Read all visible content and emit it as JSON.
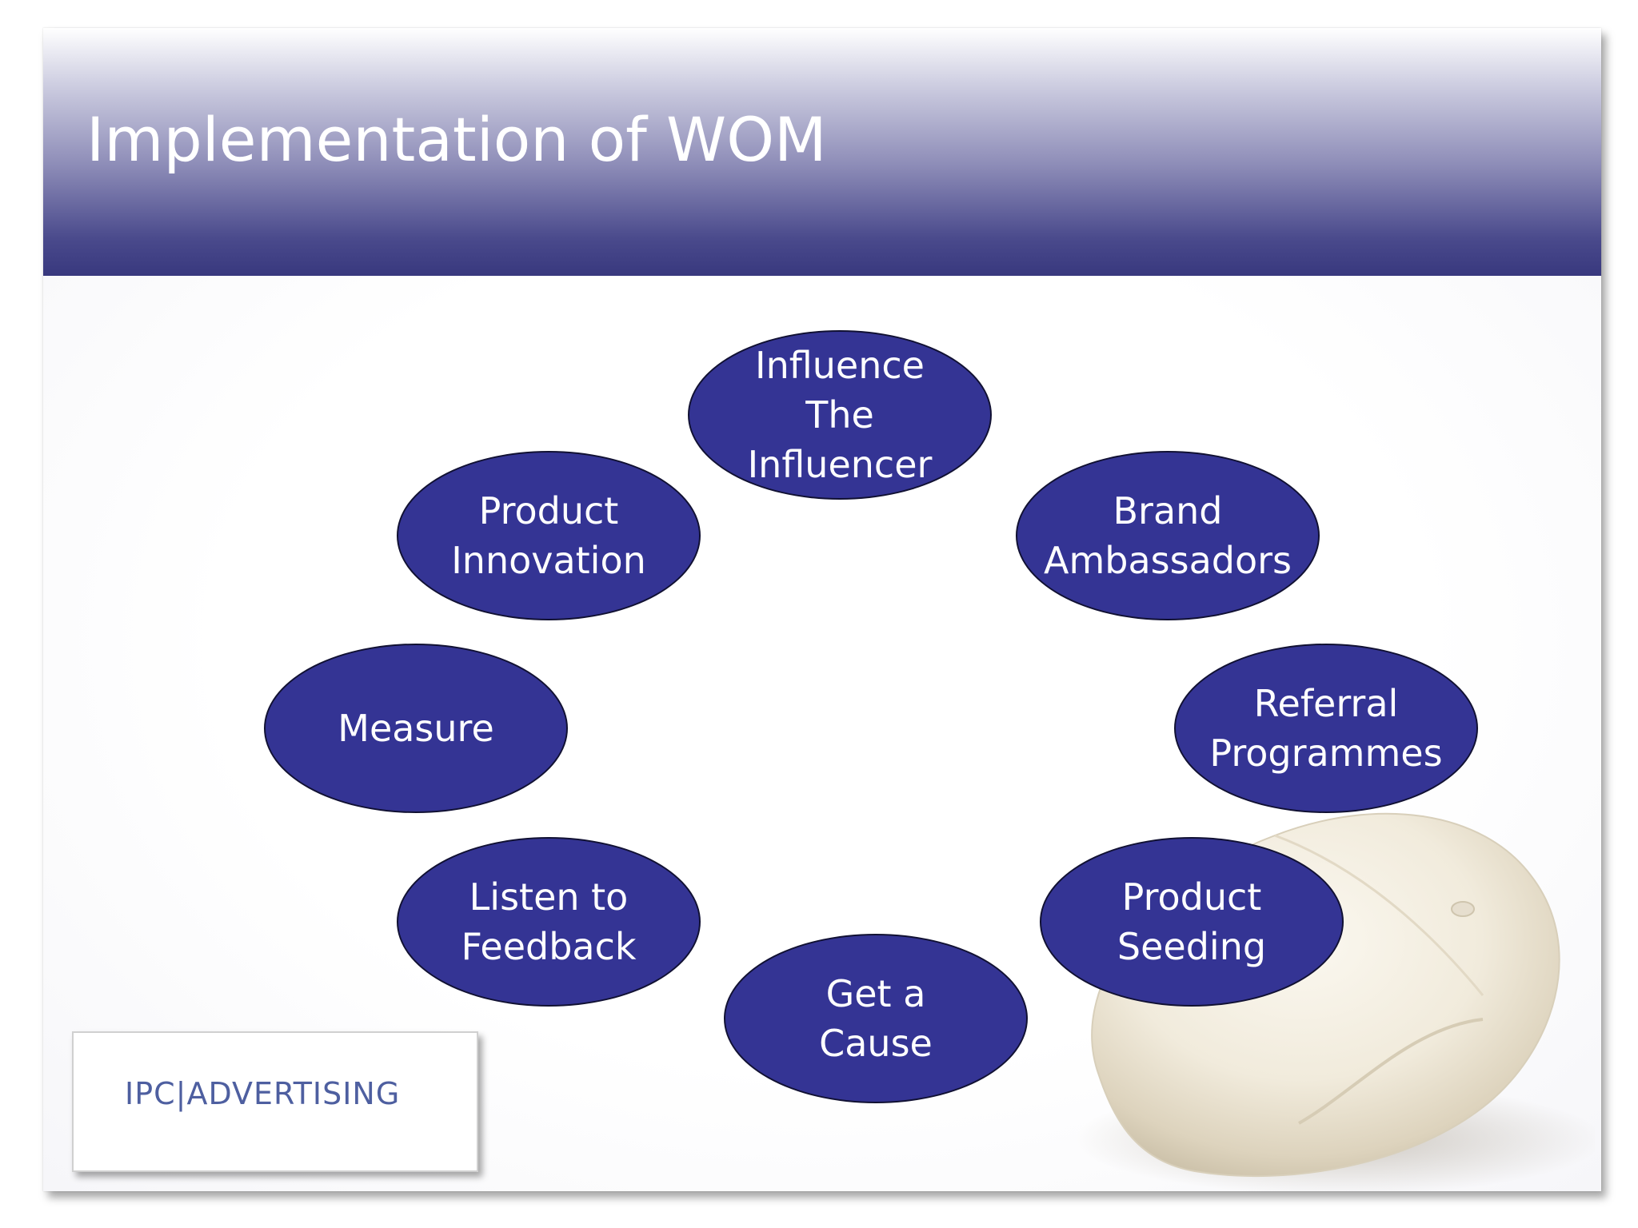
{
  "slide": {
    "title": "Implementation of WOM"
  },
  "diagram": {
    "nodes": [
      {
        "id": "influence-the-influencer",
        "label": "Influence\nThe\nInfluencer"
      },
      {
        "id": "brand-ambassadors",
        "label": "Brand\nAmbassadors"
      },
      {
        "id": "referral-programmes",
        "label": "Referral\nProgrammes"
      },
      {
        "id": "product-seeding",
        "label": "Product\nSeeding"
      },
      {
        "id": "get-a-cause",
        "label": "Get a\nCause"
      },
      {
        "id": "listen-to-feedback",
        "label": "Listen to\nFeedback"
      },
      {
        "id": "measure",
        "label": "Measure"
      },
      {
        "id": "product-innovation",
        "label": "Product\nInnovation"
      }
    ],
    "node_color": "#343494",
    "node_text_color": "#ffffff"
  },
  "logo": {
    "text": "IPC|ADVERTISING"
  },
  "colors": {
    "header_dark": "#38387e",
    "node_fill": "#343494",
    "logo_text": "#4e5fa0"
  },
  "decoration": {
    "background_image": "computer-mouse"
  }
}
